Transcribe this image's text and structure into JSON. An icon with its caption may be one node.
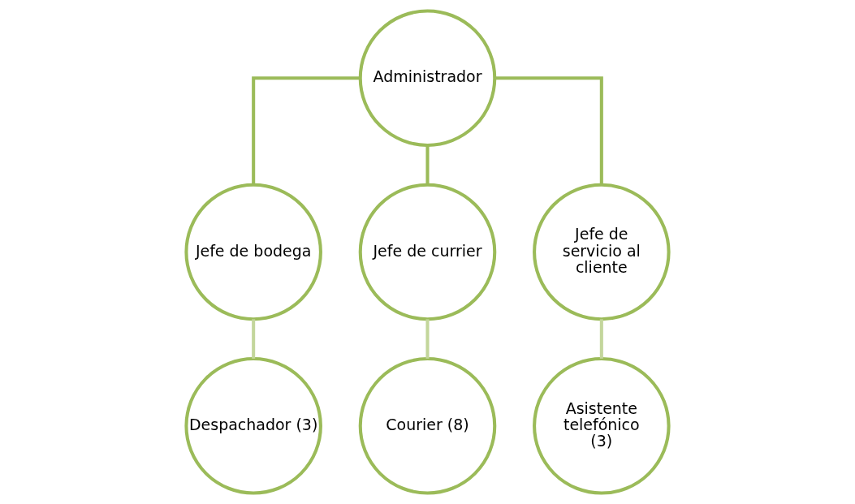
{
  "diagram": {
    "nodes": [
      {
        "text": [
          "Administrador"
        ]
      },
      {
        "text": [
          "Jefe de bodega"
        ]
      },
      {
        "text": [
          "Jefe de currier"
        ]
      },
      {
        "text": [
          "Jefe de servicio al cliente"
        ]
      },
      {
        "text": [
          "Despachador (3)"
        ]
      },
      {
        "text": [
          "Courier (8)"
        ]
      },
      {
        "text": [
          "Asistente telefónico (3)"
        ]
      }
    ],
    "edges": [
      {
        "from": 0,
        "to": 1,
        "arrow": "none"
      },
      {
        "from": 0,
        "to": 2,
        "arrow": "none"
      },
      {
        "from": 0,
        "to": 3,
        "arrow": "none"
      },
      {
        "from": 1,
        "to": 4,
        "arrow": "none",
        "color": "#c3d69b"
      },
      {
        "from": 2,
        "to": 5,
        "arrow": "none",
        "color": "#c3d69b"
      },
      {
        "from": 3,
        "to": 6,
        "arrow": "none",
        "color": "#c3d69b"
      }
    ]
  }
}
